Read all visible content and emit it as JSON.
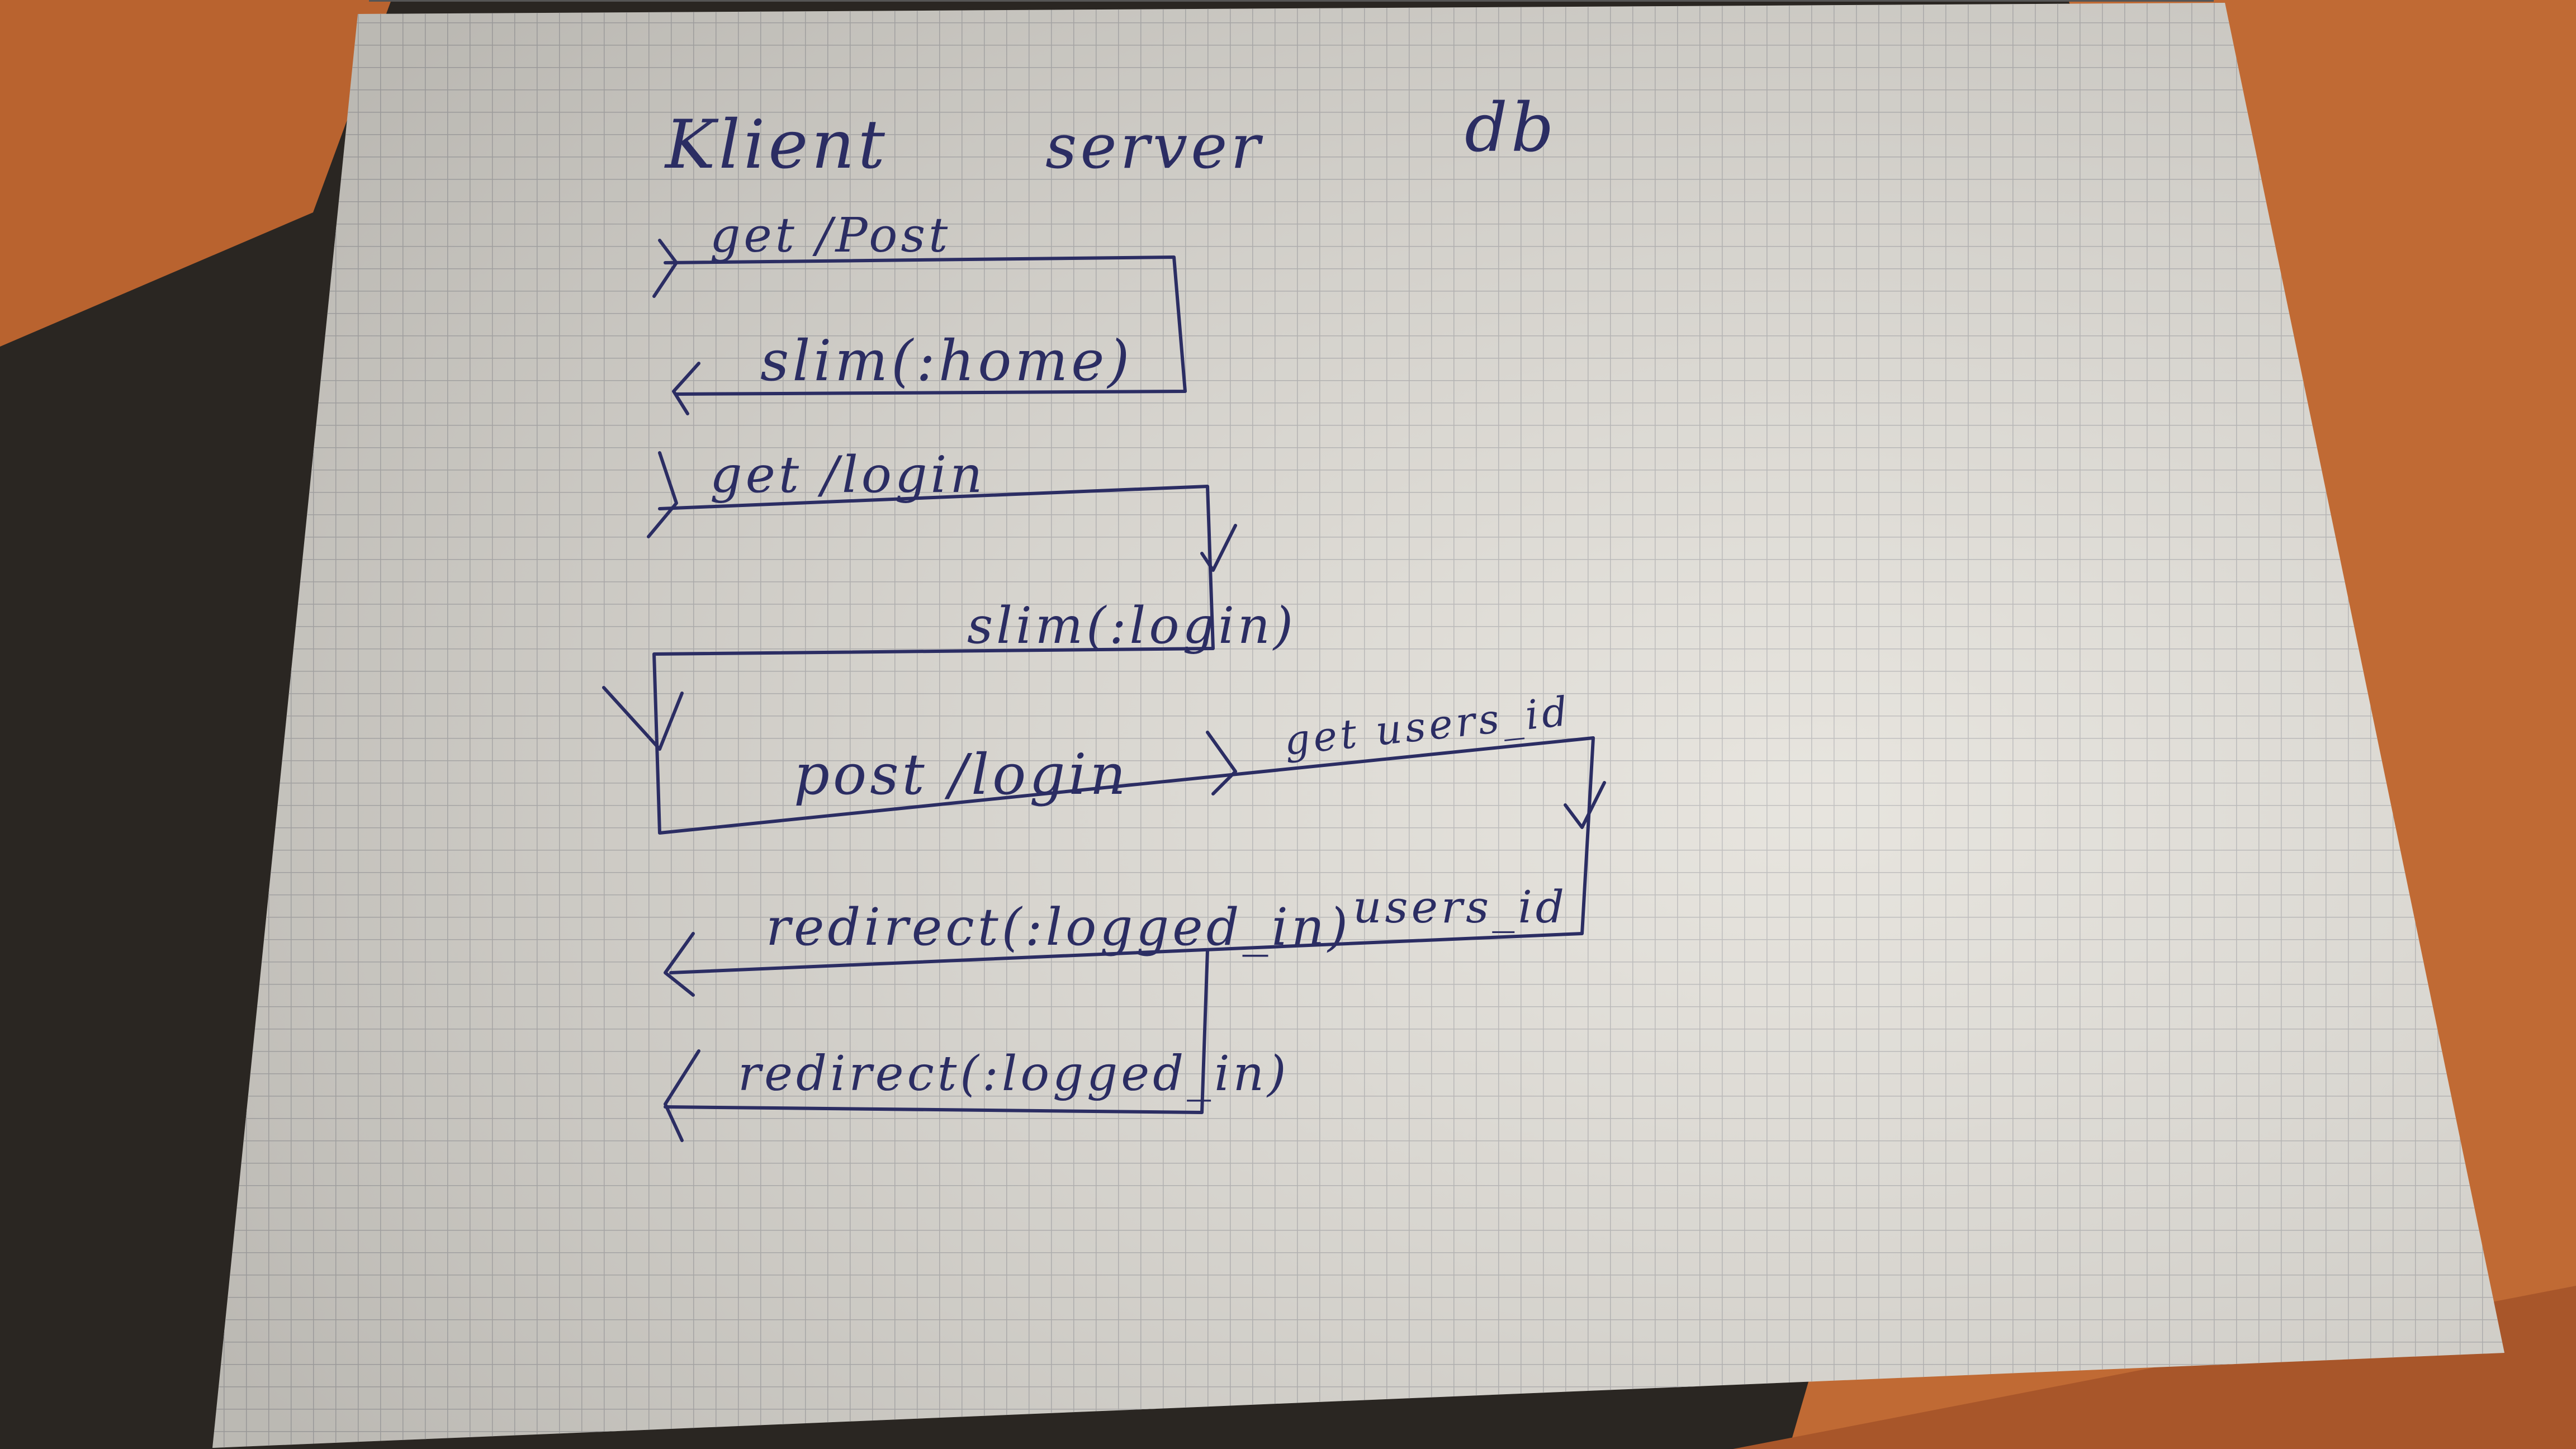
{
  "photo": {
    "subject": "notebook-sketch",
    "colors": {
      "desk": "#b9632f",
      "paper": "#e4e1da",
      "grid": "#b9b8b8",
      "ink": "#2b2d63",
      "dark_cloth": "#2a2622"
    }
  },
  "sketch": {
    "headers": {
      "client": "Klient",
      "server": "server",
      "db": "db"
    },
    "labels": {
      "get_post": "get /Post",
      "slim_home": "slim(:home)",
      "get_login": "get /login",
      "slim_login": "slim(:login)",
      "post_login": "post /login",
      "get_users_id": "get users_id",
      "redirect_logged_in_1": "redirect(:logged_in)",
      "users_id": "users_id",
      "redirect_logged_in_2": "redirect(:logged_in)"
    }
  }
}
